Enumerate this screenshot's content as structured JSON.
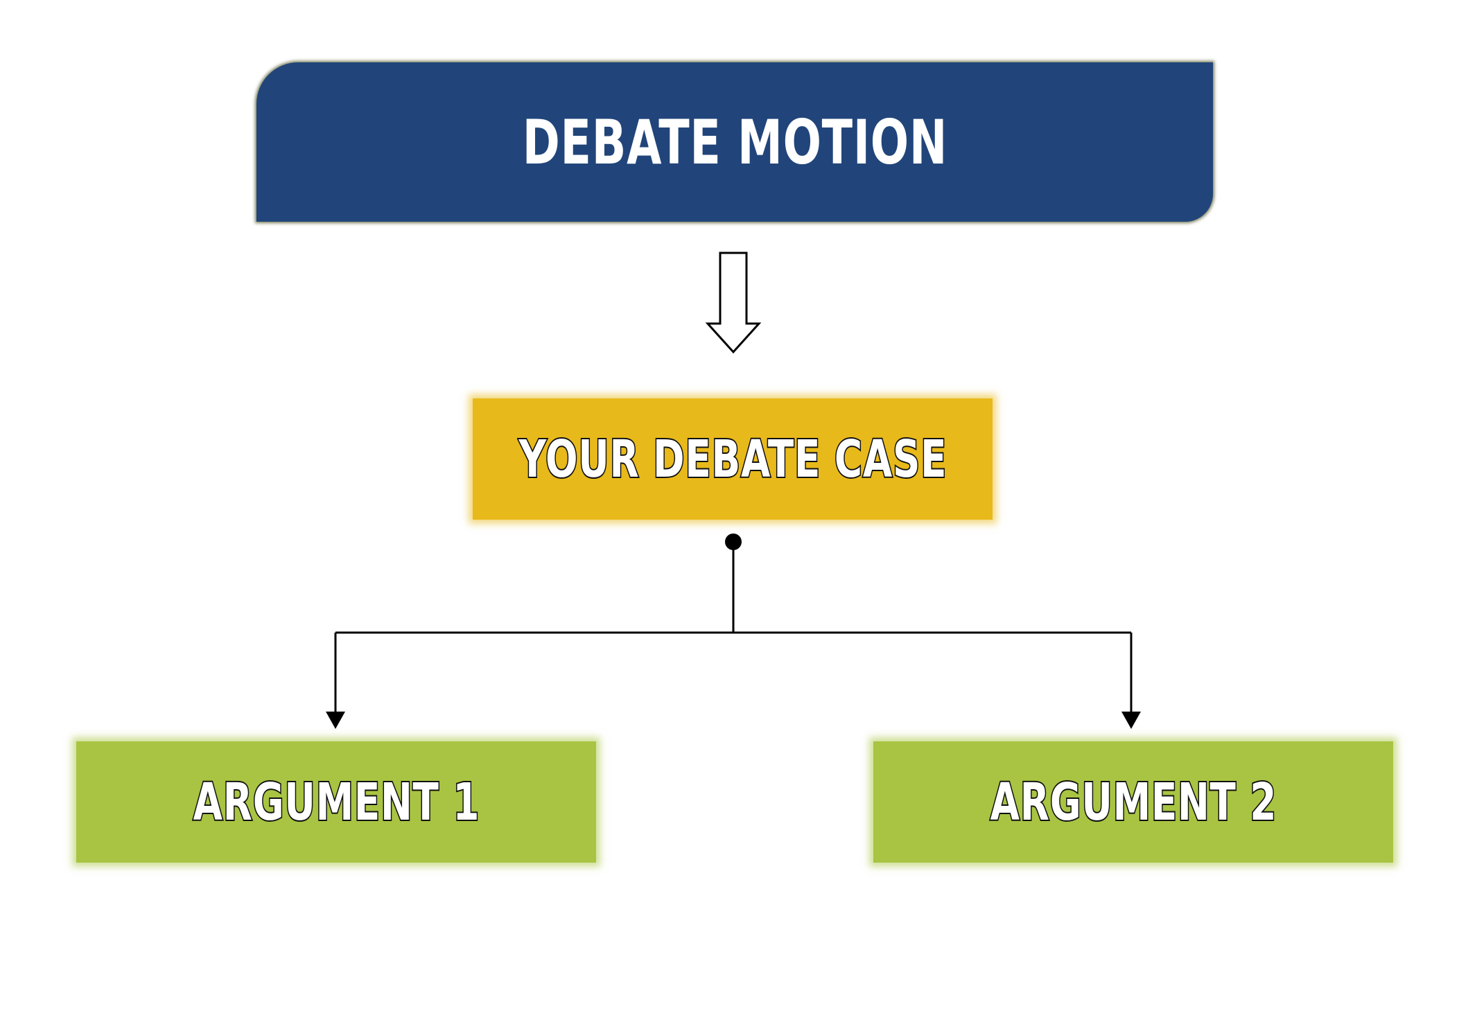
{
  "diagram": {
    "motion": {
      "label": "DEBATE MOTION",
      "color": "#21457a"
    },
    "case": {
      "label": "YOUR DEBATE CASE",
      "color": "#e8b91a"
    },
    "arguments": [
      {
        "label": "ARGUMENT 1",
        "color": "#a8c442"
      },
      {
        "label": "ARGUMENT 2",
        "color": "#a8c442"
      }
    ],
    "connector_color": "#000000"
  }
}
